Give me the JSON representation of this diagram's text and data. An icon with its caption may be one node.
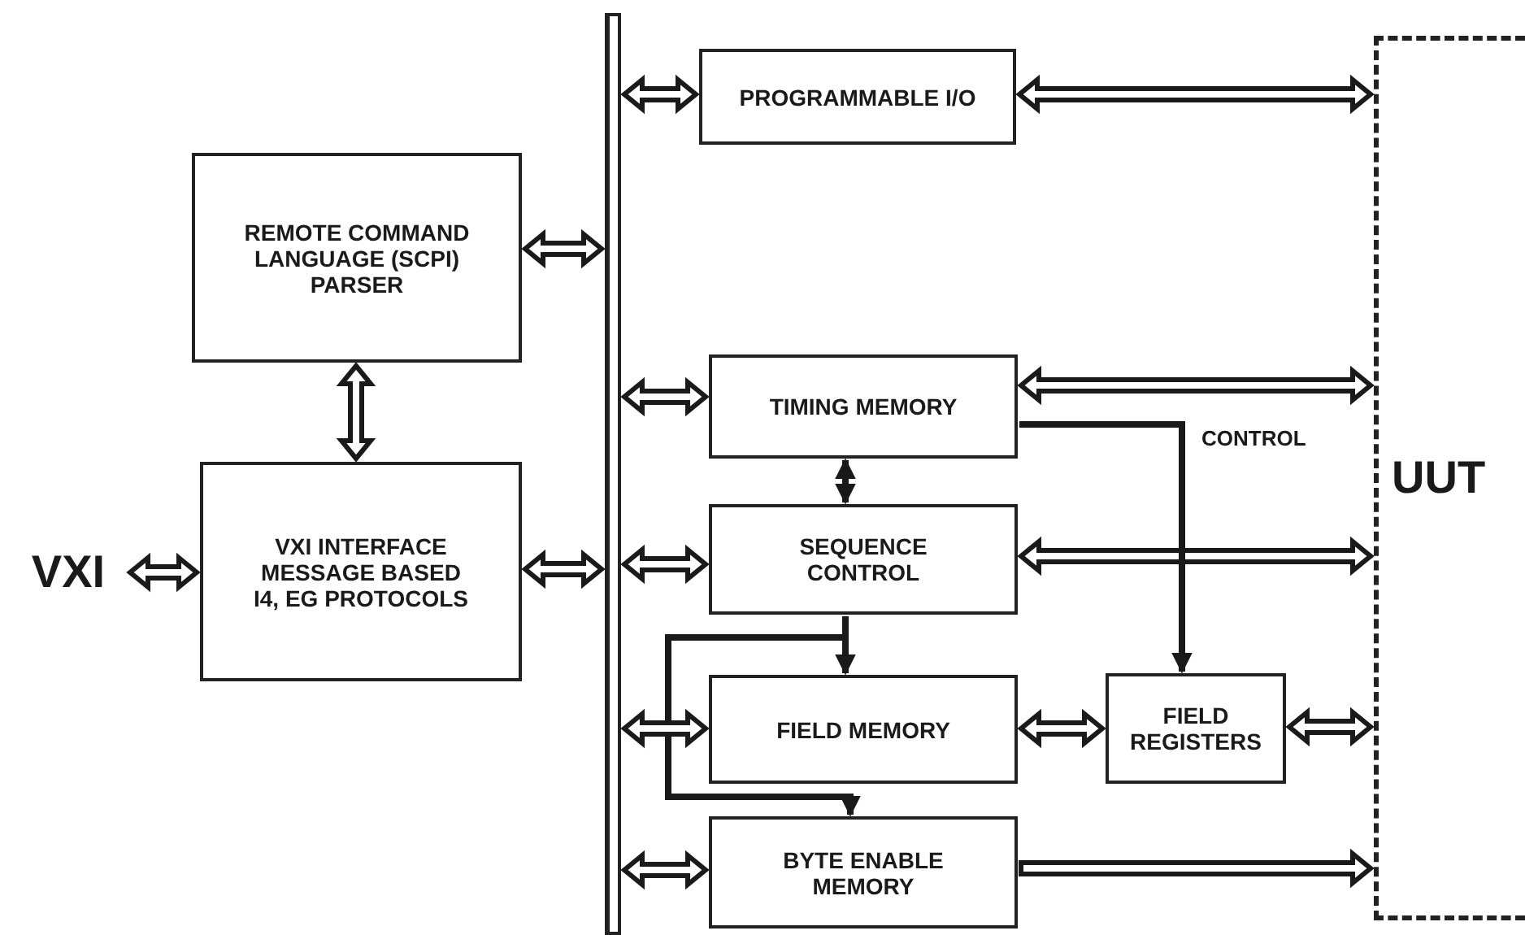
{
  "diagram": {
    "nodes": [
      {
        "text": [
          "REMOTE COMMAND LANGUAGE (SCPI) PARSER"
        ]
      },
      {
        "text": [
          "VXI INTERFACE MESSAGE BASED I4, EG PROTOCOLS"
        ]
      },
      {
        "text": [
          "VXI"
        ]
      },
      {
        "text": [],
        "shape": "bar"
      },
      {
        "text": [
          "PROGRAMMABLE I/O"
        ]
      },
      {
        "text": [
          "TIMING MEMORY"
        ]
      },
      {
        "text": [
          "SEQUENCE CONTROL"
        ]
      },
      {
        "text": [
          "FIELD MEMORY"
        ]
      },
      {
        "text": [
          "FIELD REGISTERS"
        ]
      },
      {
        "text": [
          "BYTE ENABLE MEMORY"
        ]
      },
      {
        "text": [
          "UUT"
        ]
      }
    ],
    "edges": [
      {
        "from": 2,
        "to": 1,
        "arrow": "both",
        "style": "thick"
      },
      {
        "from": 0,
        "to": 1,
        "arrow": "both",
        "style": "thick"
      },
      {
        "from": 0,
        "to": 3,
        "arrow": "both",
        "style": "thick"
      },
      {
        "from": 1,
        "to": 3,
        "arrow": "both",
        "style": "thick"
      },
      {
        "from": 3,
        "to": 4,
        "arrow": "both",
        "style": "thick"
      },
      {
        "from": 4,
        "to": 10,
        "arrow": "both",
        "style": "thick"
      },
      {
        "from": 3,
        "to": 5,
        "arrow": "both",
        "style": "thick"
      },
      {
        "from": 5,
        "to": 10,
        "arrow": "both",
        "style": "thick"
      },
      {
        "from": 5,
        "to": 6,
        "arrow": "both"
      },
      {
        "from": 3,
        "to": 6,
        "arrow": "both",
        "style": "thick"
      },
      {
        "from": 6,
        "to": 10,
        "arrow": "both",
        "style": "thick"
      },
      {
        "from": 5,
        "to": 8,
        "arrow": "to",
        "label": "CONTROL"
      },
      {
        "from": 6,
        "to": 7,
        "arrow": "to"
      },
      {
        "from": 6,
        "to": 9,
        "arrow": "to"
      },
      {
        "from": 3,
        "to": 7,
        "arrow": "both",
        "style": "thick"
      },
      {
        "from": 7,
        "to": 8,
        "arrow": "both",
        "style": "thick"
      },
      {
        "from": 8,
        "to": 10,
        "arrow": "both",
        "style": "thick"
      },
      {
        "from": 3,
        "to": 9,
        "arrow": "both",
        "style": "thick"
      },
      {
        "from": 9,
        "to": 10,
        "arrow": "to",
        "style": "thick"
      }
    ]
  }
}
